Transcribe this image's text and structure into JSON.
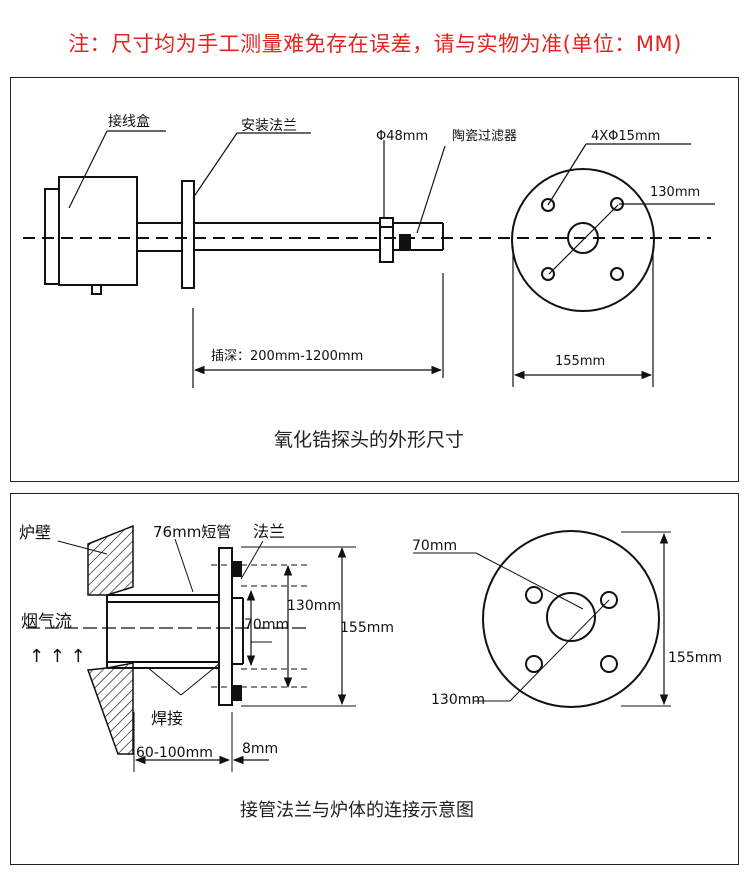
{
  "notice": "注：尺寸均为手工测量难免存在误差，请与实物为准(单位：MM)",
  "panel1": {
    "caption": "氧化锆探头的外形尺寸",
    "labels": {
      "junction_box": "接线盒",
      "mounting_flange": "安装法兰",
      "diameter": "Φ48mm",
      "ceramic_filter": "陶瓷过滤器",
      "holes": "4XΦ15mm",
      "bolt_circle": "130mm",
      "insertion_depth": "插深：200mm-1200mm",
      "flange_diameter": "155mm"
    }
  },
  "panel2": {
    "caption": "接管法兰与炉体的连接示意图",
    "labels": {
      "furnace_wall": "炉壁",
      "short_pipe": "76mm短管",
      "flange": "法兰",
      "flue_gas": "烟气流",
      "arrows": "↑ ↑ ↑",
      "weld": "焊接",
      "pipe_length": "60-100mm",
      "thickness": "8mm",
      "dim_70_side": "70mm",
      "dim_130_side": "130mm",
      "dim_155_side": "155mm",
      "dim_70_front": "70mm",
      "dim_130_front": "130mm",
      "dim_155_front": "155mm"
    }
  }
}
